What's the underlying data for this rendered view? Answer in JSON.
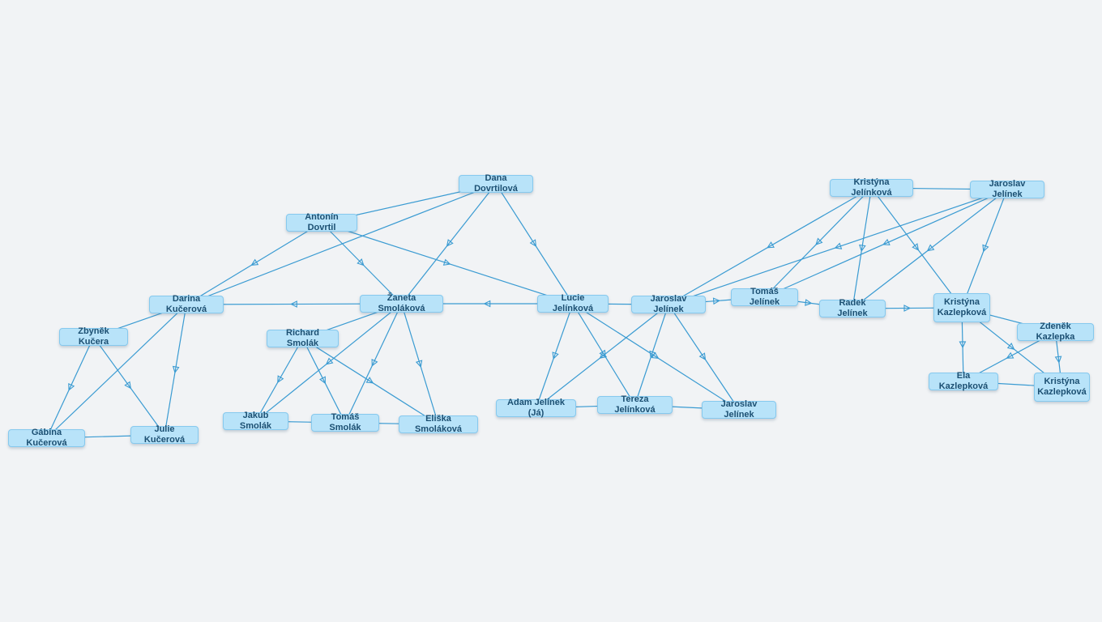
{
  "diagram": {
    "nodes": [
      {
        "id": "dana",
        "label": "Dana Dovrtilová"
      },
      {
        "id": "antonin",
        "label": "Antonín Dovrtil"
      },
      {
        "id": "darina",
        "label": "Darina Kučerová"
      },
      {
        "id": "zaneta",
        "label": "Žaneta Smoláková"
      },
      {
        "id": "lucie",
        "label": "Lucie Jelínková"
      },
      {
        "id": "jaroslav1",
        "label": "Jaroslav Jelínek"
      },
      {
        "id": "tomasj",
        "label": "Tomáš Jelínek"
      },
      {
        "id": "radek",
        "label": "Radek Jelínek"
      },
      {
        "id": "kristyna1",
        "label": "Kristýna Jelínková"
      },
      {
        "id": "jaroslav2",
        "label": "Jaroslav Jelínek"
      },
      {
        "id": "kristynak",
        "label": "Kristýna Kazlepková"
      },
      {
        "id": "zdenek",
        "label": "Zdeněk Kazlepka"
      },
      {
        "id": "ela",
        "label": "Ela Kazlepková"
      },
      {
        "id": "kristynak2",
        "label": "Kristýna Kazlepková"
      },
      {
        "id": "zbynek",
        "label": "Zbyněk Kučera"
      },
      {
        "id": "gabina",
        "label": "Gábina Kučerová"
      },
      {
        "id": "julie",
        "label": "Julie Kučerová"
      },
      {
        "id": "richard",
        "label": "Richard Smolák"
      },
      {
        "id": "jakub",
        "label": "Jakub Smolák"
      },
      {
        "id": "tomass",
        "label": "Tomáš Smolák"
      },
      {
        "id": "eliska",
        "label": "Eliška Smoláková"
      },
      {
        "id": "adam",
        "label": "Adam Jelínek (Já)"
      },
      {
        "id": "tereza",
        "label": "Tereza Jelínková"
      },
      {
        "id": "jaroslav3",
        "label": "Jaroslav Jelínek"
      }
    ],
    "edges": [
      {
        "from": "dana",
        "to": "antonin",
        "arrow": false
      },
      {
        "from": "dana",
        "to": "darina",
        "arrow": false
      },
      {
        "from": "dana",
        "to": "zaneta",
        "arrow": true
      },
      {
        "from": "dana",
        "to": "lucie",
        "arrow": true
      },
      {
        "from": "antonin",
        "to": "darina",
        "arrow": true
      },
      {
        "from": "antonin",
        "to": "zaneta",
        "arrow": true
      },
      {
        "from": "antonin",
        "to": "lucie",
        "arrow": true
      },
      {
        "from": "zaneta",
        "to": "darina",
        "arrow": true
      },
      {
        "from": "lucie",
        "to": "zaneta",
        "arrow": true
      },
      {
        "from": "lucie",
        "to": "jaroslav1",
        "arrow": false
      },
      {
        "from": "darina",
        "to": "zbynek",
        "arrow": false
      },
      {
        "from": "darina",
        "to": "gabina",
        "arrow": false
      },
      {
        "from": "darina",
        "to": "julie",
        "arrow": true
      },
      {
        "from": "zbynek",
        "to": "gabina",
        "arrow": true
      },
      {
        "from": "zbynek",
        "to": "julie",
        "arrow": true
      },
      {
        "from": "gabina",
        "to": "julie",
        "arrow": false
      },
      {
        "from": "zaneta",
        "to": "richard",
        "arrow": false
      },
      {
        "from": "zaneta",
        "to": "jakub",
        "arrow": true
      },
      {
        "from": "zaneta",
        "to": "tomass",
        "arrow": true
      },
      {
        "from": "zaneta",
        "to": "eliska",
        "arrow": true
      },
      {
        "from": "richard",
        "to": "jakub",
        "arrow": true
      },
      {
        "from": "richard",
        "to": "tomass",
        "arrow": true
      },
      {
        "from": "richard",
        "to": "eliska",
        "arrow": true
      },
      {
        "from": "jakub",
        "to": "tomass",
        "arrow": false
      },
      {
        "from": "tomass",
        "to": "eliska",
        "arrow": false
      },
      {
        "from": "lucie",
        "to": "adam",
        "arrow": true
      },
      {
        "from": "lucie",
        "to": "tereza",
        "arrow": true
      },
      {
        "from": "lucie",
        "to": "jaroslav3",
        "arrow": true
      },
      {
        "from": "jaroslav1",
        "to": "adam",
        "arrow": true
      },
      {
        "from": "jaroslav1",
        "to": "tereza",
        "arrow": true
      },
      {
        "from": "jaroslav1",
        "to": "jaroslav3",
        "arrow": true
      },
      {
        "from": "adam",
        "to": "tereza",
        "arrow": false
      },
      {
        "from": "tereza",
        "to": "jaroslav3",
        "arrow": false
      },
      {
        "from": "jaroslav1",
        "to": "tomasj",
        "arrow": true
      },
      {
        "from": "tomasj",
        "to": "radek",
        "arrow": true
      },
      {
        "from": "radek",
        "to": "kristynak",
        "arrow": true
      },
      {
        "from": "kristyna1",
        "to": "jaroslav2",
        "arrow": false
      },
      {
        "from": "kristyna1",
        "to": "jaroslav1",
        "arrow": true
      },
      {
        "from": "kristyna1",
        "to": "tomasj",
        "arrow": true
      },
      {
        "from": "kristyna1",
        "to": "radek",
        "arrow": true
      },
      {
        "from": "kristyna1",
        "to": "kristynak",
        "arrow": true
      },
      {
        "from": "jaroslav2",
        "to": "jaroslav1",
        "arrow": true
      },
      {
        "from": "jaroslav2",
        "to": "tomasj",
        "arrow": true
      },
      {
        "from": "jaroslav2",
        "to": "radek",
        "arrow": true
      },
      {
        "from": "jaroslav2",
        "to": "kristynak",
        "arrow": true
      },
      {
        "from": "kristynak",
        "to": "zdenek",
        "arrow": false
      },
      {
        "from": "kristynak",
        "to": "ela",
        "arrow": true
      },
      {
        "from": "kristynak",
        "to": "kristynak2",
        "arrow": true
      },
      {
        "from": "zdenek",
        "to": "ela",
        "arrow": true
      },
      {
        "from": "zdenek",
        "to": "kristynak2",
        "arrow": true
      },
      {
        "from": "ela",
        "to": "kristynak2",
        "arrow": false
      }
    ]
  },
  "colors": {
    "background": "#f1f3f5",
    "node_fill": "#b8e3f9",
    "node_border": "#86c9ee",
    "node_text": "#1b4f72",
    "edge": "#3a9bd2"
  }
}
